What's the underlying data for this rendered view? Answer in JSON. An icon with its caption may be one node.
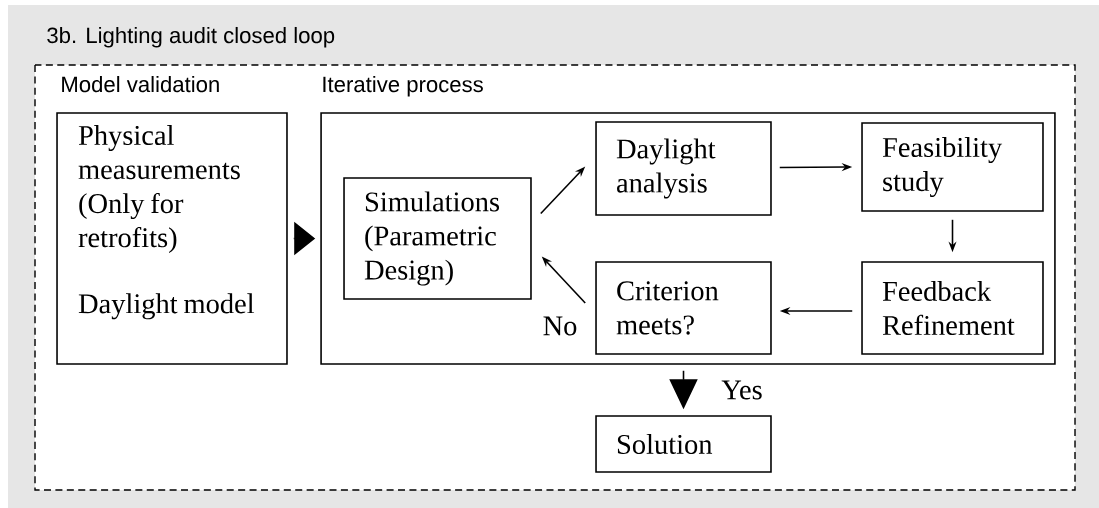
{
  "diagram": {
    "title": "3b. Lighting audit closed loop",
    "nodes": [
      {
        "text": [
          "Model validation",
          "Physical measurements (Only for retrofits)",
          "Daylight model"
        ]
      },
      {
        "text": [
          "Iterative process"
        ]
      },
      {
        "text": [
          "Simulations (Parametric Design)"
        ],
        "in": 1
      },
      {
        "text": [
          "Daylight analysis"
        ],
        "in": 1
      },
      {
        "text": [
          "Feasibility study"
        ],
        "in": 1
      },
      {
        "text": [
          "Feedback Refinement"
        ],
        "in": 1
      },
      {
        "text": [
          "Criterion meets?"
        ],
        "in": 1
      },
      {
        "text": [
          "Solution"
        ]
      }
    ],
    "edges": [
      {
        "from": 0,
        "to": 1,
        "arrow": "to"
      },
      {
        "from": 2,
        "to": 3,
        "arrow": "to"
      },
      {
        "from": 3,
        "to": 4,
        "arrow": "to"
      },
      {
        "from": 4,
        "to": 5,
        "arrow": "to"
      },
      {
        "from": 5,
        "to": 6,
        "arrow": "to"
      },
      {
        "from": 6,
        "to": 2,
        "arrow": "to",
        "label": "No"
      },
      {
        "from": 1,
        "to": 7,
        "arrow": "to",
        "label": "Yes"
      }
    ]
  }
}
